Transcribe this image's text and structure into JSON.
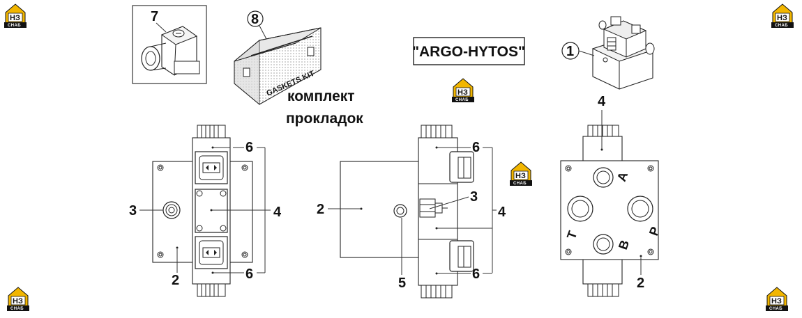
{
  "brand": {
    "title": "\"ARGO-HYTOS\""
  },
  "kit_caption": {
    "line1": "комплект",
    "line2": "прокладок"
  },
  "box_text": "GASKETS KIT",
  "port_labels": {
    "a": "A",
    "b": "B",
    "p": "P",
    "t": "T"
  },
  "callouts": {
    "c1": "1",
    "c2": "2",
    "c3": "3",
    "c4": "4",
    "c5": "5",
    "c6": "6",
    "c7": "7",
    "c8": "8"
  },
  "logo": {
    "mark": "НЗ",
    "sub": "СНАБ"
  },
  "colors": {
    "logo_yellow": "#f2b600",
    "logo_black": "#111111"
  }
}
